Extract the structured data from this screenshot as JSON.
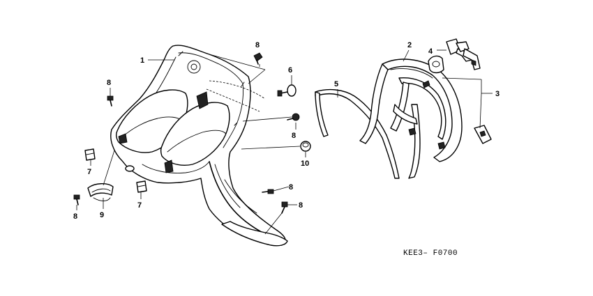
{
  "callouts": {
    "c1": "1",
    "c2": "2",
    "c3": "3",
    "c4": "4",
    "c5": "5",
    "c6": "6",
    "c7a": "7",
    "c7b": "7",
    "c8a": "8",
    "c8b": "8",
    "c8c": "8",
    "c8d": "8",
    "c8e": "8",
    "c8f": "8",
    "c9": "9",
    "c10": "10"
  },
  "reference_code": "KEE3– F0700"
}
